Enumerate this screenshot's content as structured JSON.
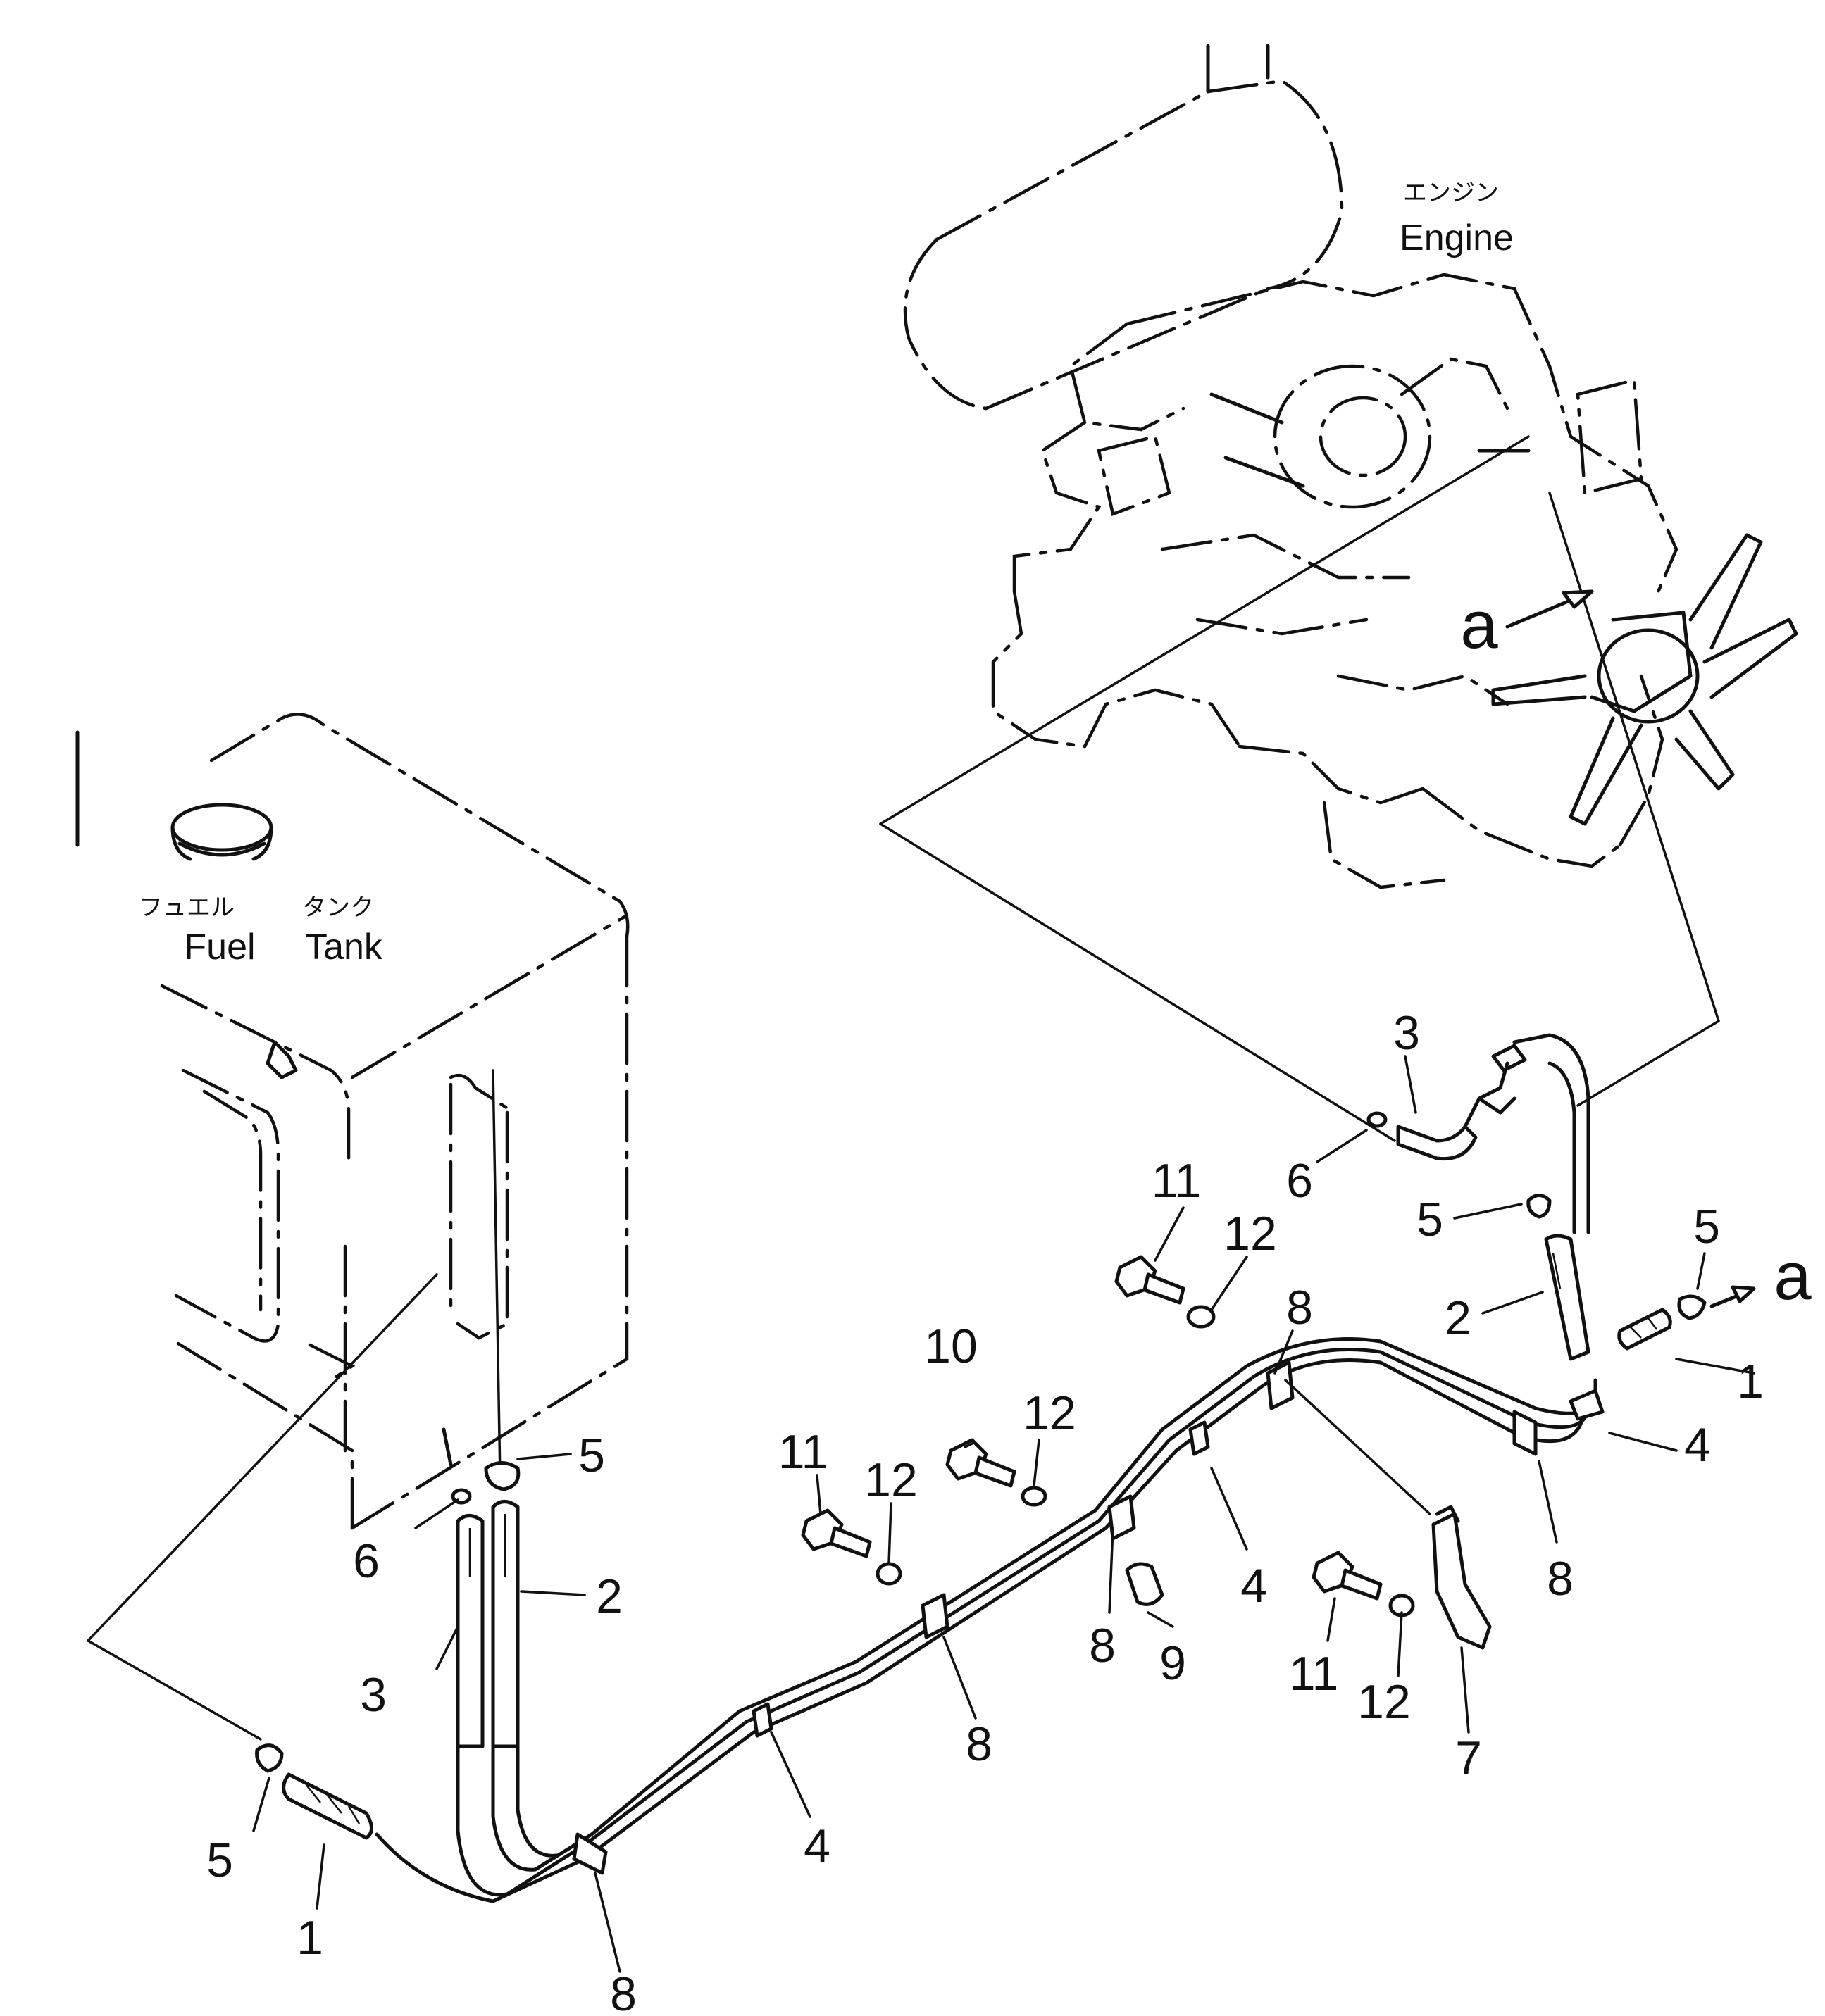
{
  "labels": {
    "engine_jp": "エンジン",
    "engine_en": "Engine",
    "fuel_jp": "フュエル",
    "fuel_en": "Fuel",
    "tank_jp": "タンク",
    "tank_en": "Tank",
    "view_a": "a"
  },
  "callouts": {
    "engine_3": "3",
    "engine_6": "6",
    "engine_5": "5",
    "engine_2": "2",
    "engine_4": "4",
    "engine_8": "8",
    "engine_1": "1",
    "right_5": "5",
    "mid_11": "11",
    "mid_12": "12",
    "mid_8": "8",
    "c10": "10",
    "c10_12": "12",
    "left_11": "11",
    "left_12": "12",
    "pipe_4": "4",
    "pipe_8a": "8",
    "pipe_9": "9",
    "bracket_11": "11",
    "bracket_12": "12",
    "bracket_7": "7",
    "pipe_8b": "8",
    "pipe_4b": "4",
    "tank_5": "5",
    "tank_6": "6",
    "tank_2": "2",
    "tank_3": "3",
    "tank_5b": "5",
    "tank_1": "1",
    "bottom_8": "8"
  }
}
